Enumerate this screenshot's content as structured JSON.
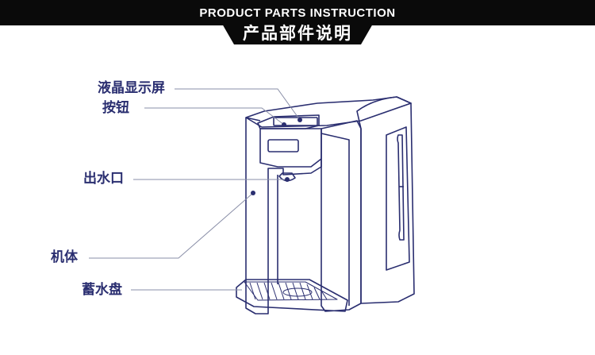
{
  "header": {
    "title_en": "PRODUCT PARTS INSTRUCTION",
    "title_zh": "产品部件说明"
  },
  "callouts": [
    {
      "id": "display",
      "label": "液晶显示屏"
    },
    {
      "id": "buttons",
      "label": "按钮"
    },
    {
      "id": "outlet",
      "label": "出水口"
    },
    {
      "id": "body",
      "label": "机体"
    },
    {
      "id": "drip-tray",
      "label": "蓄水盘"
    }
  ],
  "colors": {
    "header_bg": "#0a0a0a",
    "header_text": "#ffffff",
    "line_art": "#2a2e70",
    "label_text": "#2a2e70",
    "pointer_line": "#8a8fa8"
  }
}
